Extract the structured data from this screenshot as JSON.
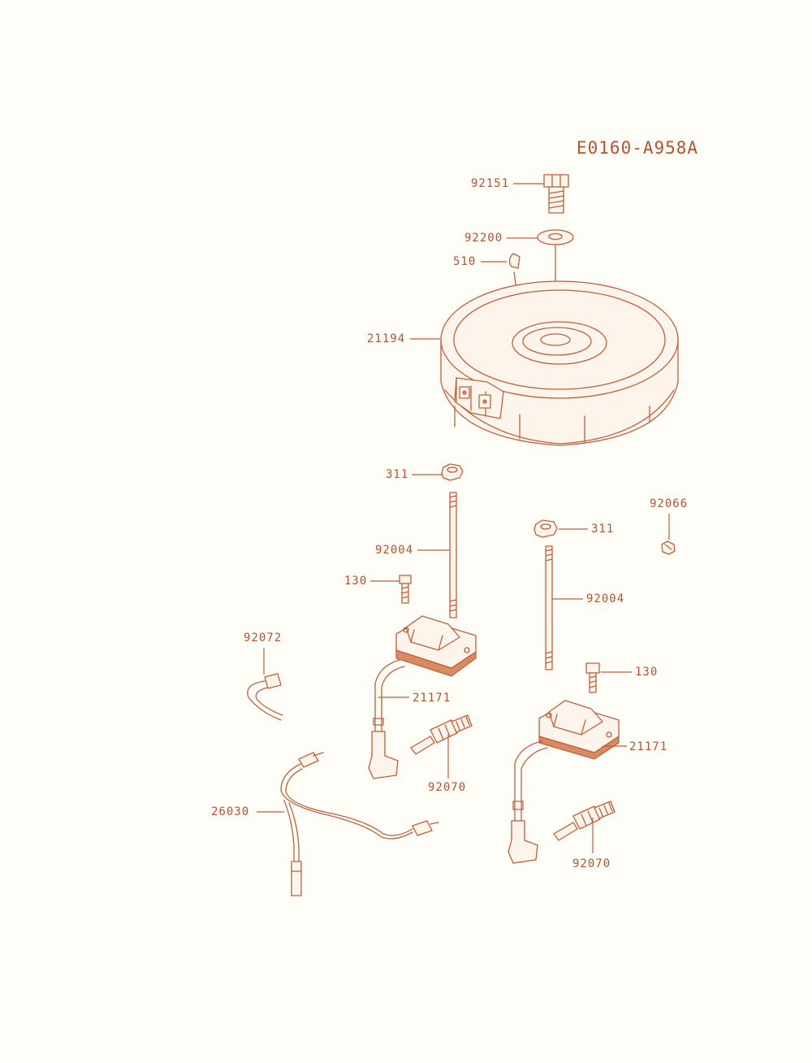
{
  "diagram": {
    "code": "E0160-A958A",
    "labels": {
      "l92151": "92151",
      "l92200": "92200",
      "l510": "510",
      "l21194": "21194",
      "l311_left": "311",
      "l92066": "92066",
      "l311_right": "311",
      "l92004_left": "92004",
      "l130_left": "130",
      "l92004_right": "92004",
      "l92072": "92072",
      "l130_right": "130",
      "l21171_left": "21171",
      "l21171_right": "21171",
      "l92070_left": "92070",
      "l26030": "26030",
      "l92070_right": "92070"
    }
  }
}
